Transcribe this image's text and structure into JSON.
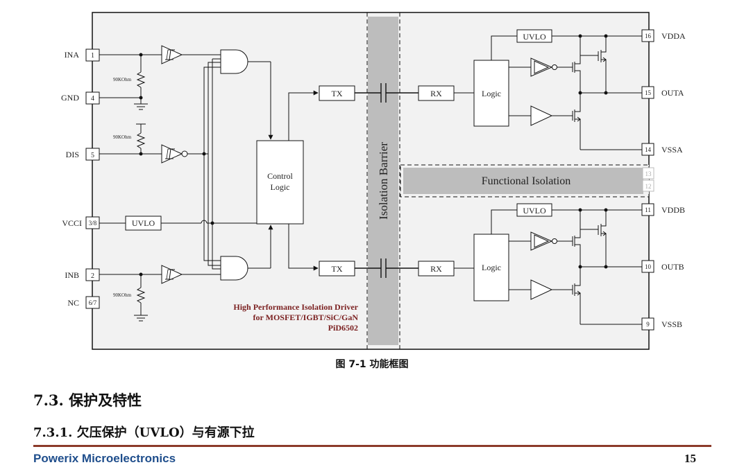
{
  "left_pins": [
    {
      "name": "INA",
      "num": "1"
    },
    {
      "name": "GND",
      "num": "4"
    },
    {
      "name": "DIS",
      "num": "5"
    },
    {
      "name": "VCCI",
      "num": "3/8"
    },
    {
      "name": "INB",
      "num": "2"
    },
    {
      "name": "NC",
      "num": "6/7"
    }
  ],
  "right_pins": [
    {
      "name": "VDDA",
      "num": "16"
    },
    {
      "name": "OUTA",
      "num": "15"
    },
    {
      "name": "VSSA",
      "num": "14"
    },
    {
      "name": "VDDB",
      "num": "11"
    },
    {
      "name": "OUTB",
      "num": "10"
    },
    {
      "name": "VSSB",
      "num": "9"
    }
  ],
  "nc_pins": [
    "13",
    "12"
  ],
  "resistor_label": "90KOhm",
  "uvlo_label": "UVLO",
  "control_logic": [
    "Control",
    "Logic"
  ],
  "tx_label": "TX",
  "rx_label": "RX",
  "logic_label": "Logic",
  "isolation_barrier": "Isolation Barrier",
  "functional_isolation": "Functional Isolation",
  "product_text": [
    "High Performance Isolation Driver",
    "for MOSFET/IGBT/SiC/GaN",
    "PiD6502"
  ],
  "caption": "图 7-1  功能框图",
  "section_heading": "7.3.   保护及特性",
  "subsection_heading": "7.3.1.   欠压保护（UVLO）与有源下拉",
  "footer_company": "Powerix Microelectronics",
  "footer_page": "15",
  "colors": {
    "product_text": "#7a1f1f",
    "barrier": "#bdbdbd",
    "footer_rule": "#8b3a2a",
    "footer_company": "#1f4e8c"
  }
}
